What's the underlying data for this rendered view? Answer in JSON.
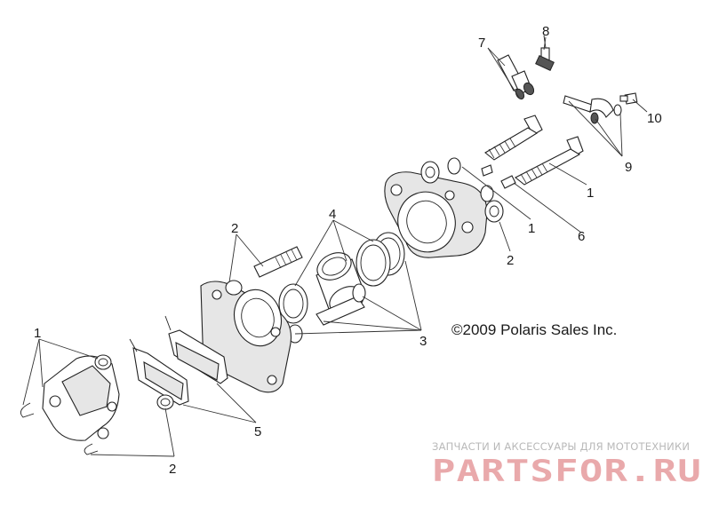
{
  "callouts": [
    {
      "id": "c1",
      "label": "8"
    },
    {
      "id": "c2",
      "label": "7"
    },
    {
      "id": "c3",
      "label": "10"
    },
    {
      "id": "c4",
      "label": "9"
    },
    {
      "id": "c5",
      "label": "1"
    },
    {
      "id": "c6",
      "label": "1"
    },
    {
      "id": "c7",
      "label": "6"
    },
    {
      "id": "c8",
      "label": "2"
    },
    {
      "id": "c9",
      "label": "4"
    },
    {
      "id": "c10",
      "label": "2"
    },
    {
      "id": "c11",
      "label": "3"
    },
    {
      "id": "c12",
      "label": "1"
    },
    {
      "id": "c13",
      "label": "5"
    },
    {
      "id": "c14",
      "label": "2"
    }
  ],
  "copyright": "©2009 Polaris Sales Inc.",
  "watermark": {
    "subtitle": "ЗАПЧАСТИ И АКСЕССУАРЫ ДЛЯ МОТОТЕХНИКИ",
    "logo": "PARTSFOR.RU"
  }
}
